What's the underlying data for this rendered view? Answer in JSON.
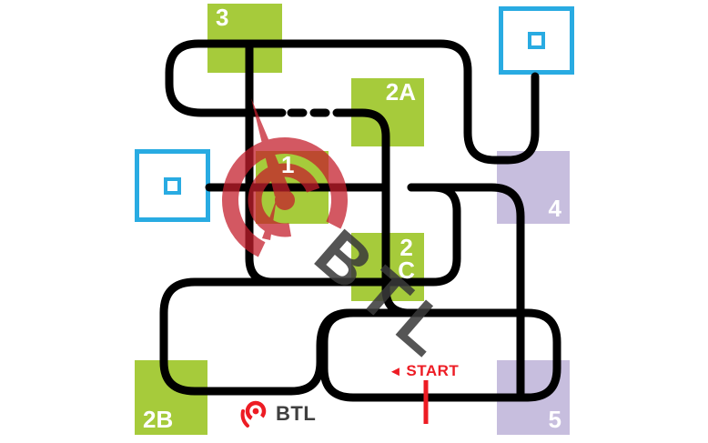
{
  "colors": {
    "track": "#000000",
    "green": "#a6cb3b",
    "purple": "#c7bede",
    "blue": "#29abe2",
    "red": "#ed1c24",
    "wm_red": "#c41e2c",
    "wm_gray": "#3a3a3a",
    "logo_text": "#3f3f3f"
  },
  "zones": {
    "green": [
      {
        "id": "3",
        "label": "3"
      },
      {
        "id": "2A",
        "label": "2A"
      },
      {
        "id": "1",
        "label": "1"
      },
      {
        "id": "2C",
        "label": "2\nC"
      },
      {
        "id": "2B",
        "label": "2B"
      }
    ],
    "purple": [
      {
        "id": "4",
        "label": "4"
      },
      {
        "id": "5",
        "label": "5"
      }
    ],
    "checkpoints": [
      {
        "id": "top-right"
      },
      {
        "id": "left"
      }
    ]
  },
  "track": {
    "stroke_width": 9,
    "paths": [
      "M 310 124 H 221 Q 186 124 186 92 V 80 Q 186 48 218 48 H 484 Q 514 48 514 78 V 146 Q 514 176 544 176 H 558 Q 588 176 588 146 V 84",
      "M 320 124 H 333",
      "M 345 124 H 358",
      "M 370 124 H 398 Q 424 124 424 150 V 206",
      "M 424 206 V 318 Q 424 344 450 344 H 458",
      "M 230 206 H 424",
      "M 452 206 H 540 Q 572 206 572 238 V 437",
      "M 388 344 H 580 Q 612 344 612 376 V 405 Q 612 437 580 437 H 388 Q 356 437 356 405 V 376 Q 356 344 388 344 Z",
      "M 274 48 V 284 Q 274 310 300 310 H 476 Q 502 310 502 284 V 232 Q 502 206 476 206 H 452",
      "M 300 310 H 214 Q 180 310 180 344 V 398 Q 180 430 214 430 H 320 Q 352 430 352 398 V 380 Q 352 344 384 344 H 392"
    ]
  },
  "start": {
    "arrow": "◄",
    "label": "START",
    "tick_path": "M 468 418 V 466"
  },
  "watermark": {
    "text": "BTL"
  },
  "logo": {
    "text": "BTL"
  }
}
